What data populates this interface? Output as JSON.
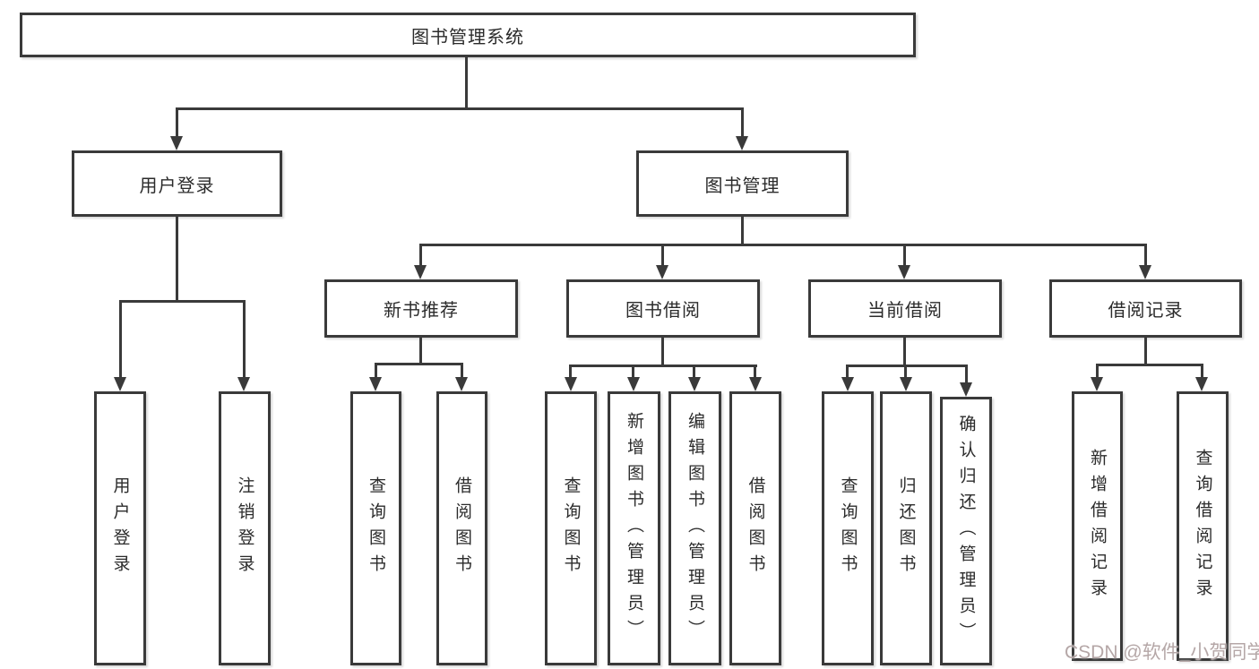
{
  "tree": {
    "root": {
      "label": "图书管理系统"
    },
    "branches": [
      {
        "label": "用户登录",
        "children": [
          {
            "label": "用户登录"
          },
          {
            "label": "注销登录"
          }
        ]
      },
      {
        "label": "图书管理",
        "groups": [
          {
            "label": "新书推荐",
            "children": [
              {
                "label": "查询图书"
              },
              {
                "label": "借阅图书"
              }
            ]
          },
          {
            "label": "图书借阅",
            "children": [
              {
                "label": "查询图书"
              },
              {
                "label": "新增图书（管理员）"
              },
              {
                "label": "编辑图书（管理员）"
              },
              {
                "label": "借阅图书"
              }
            ]
          },
          {
            "label": "当前借阅",
            "children": [
              {
                "label": "查询图书"
              },
              {
                "label": "归还图书"
              },
              {
                "label": "确认归还（管理员）"
              }
            ]
          },
          {
            "label": "借阅记录",
            "children": [
              {
                "label": "新增借阅记录"
              },
              {
                "label": "查询借阅记录"
              }
            ]
          }
        ]
      }
    ]
  },
  "colors": {
    "line": "#3a3a3a",
    "text": "#2b2b2b",
    "background": "#ffffff",
    "watermark": "#b5a7a7"
  },
  "watermark": {
    "text": "CSDN @软件_小贺同学"
  }
}
